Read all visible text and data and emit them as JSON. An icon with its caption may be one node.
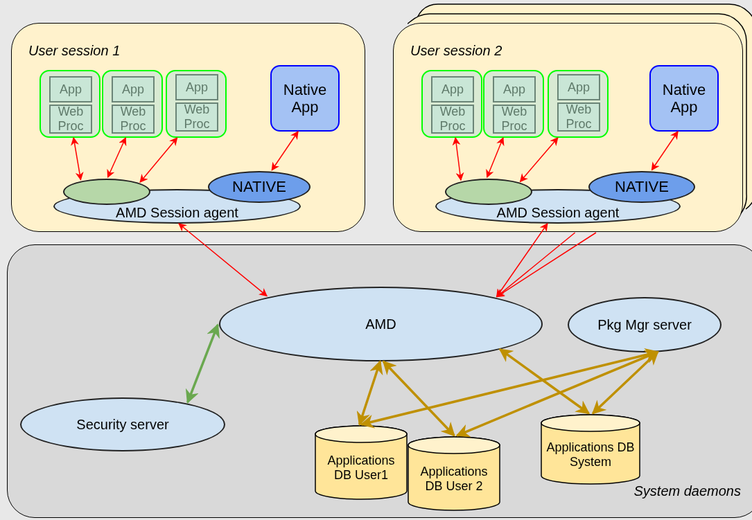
{
  "diagram": {
    "nodes": [
      {
        "text": [
          "User session 1"
        ]
      },
      {
        "text": [],
        "shape": "box",
        "in": 0
      },
      {
        "text": [
          "App"
        ],
        "in": 1
      },
      {
        "text": [
          "Web Proc"
        ],
        "in": 1
      },
      {
        "text": [],
        "shape": "box",
        "in": 0
      },
      {
        "text": [
          "App"
        ],
        "in": 4
      },
      {
        "text": [
          "Web Proc"
        ],
        "in": 4
      },
      {
        "text": [],
        "shape": "box",
        "in": 0
      },
      {
        "text": [
          "App"
        ],
        "in": 7
      },
      {
        "text": [
          "Web Proc"
        ],
        "in": 7
      },
      {
        "text": [
          "Native App"
        ],
        "in": 0
      },
      {
        "text": [],
        "shape": "ellipse",
        "in": 0
      },
      {
        "text": [
          "NATIVE"
        ],
        "in": 0
      },
      {
        "text": [
          "AMD Session agent"
        ],
        "in": 0
      },
      {
        "text": [
          "User session 2"
        ]
      },
      {
        "text": [],
        "shape": "box",
        "in": 14
      },
      {
        "text": [
          "App"
        ],
        "in": 15
      },
      {
        "text": [
          "Web Proc"
        ],
        "in": 15
      },
      {
        "text": [],
        "shape": "box",
        "in": 14
      },
      {
        "text": [
          "App"
        ],
        "in": 18
      },
      {
        "text": [
          "Web Proc"
        ],
        "in": 18
      },
      {
        "text": [],
        "shape": "box",
        "in": 14
      },
      {
        "text": [
          "App"
        ],
        "in": 21
      },
      {
        "text": [
          "Web Proc"
        ],
        "in": 21
      },
      {
        "text": [
          "Native App"
        ],
        "in": 14
      },
      {
        "text": [],
        "shape": "ellipse",
        "in": 14
      },
      {
        "text": [
          "NATIVE"
        ],
        "in": 14
      },
      {
        "text": [
          "AMD Session agent"
        ],
        "in": 14
      },
      {
        "text": [
          "System daemons"
        ]
      },
      {
        "text": [
          "AMD"
        ],
        "in": 28
      },
      {
        "text": [
          "Pkg Mgr server"
        ],
        "in": 28
      },
      {
        "text": [
          "Security server"
        ],
        "in": 28
      },
      {
        "text": [
          "Applications DB User1"
        ],
        "in": 28
      },
      {
        "text": [
          "Applications DB User 2"
        ],
        "in": 28
      },
      {
        "text": [
          "Applications DB System"
        ],
        "in": 28
      }
    ],
    "edges": [
      {
        "from": 1,
        "to": 11,
        "arrow": "both"
      },
      {
        "from": 4,
        "to": 11,
        "arrow": "both"
      },
      {
        "from": 7,
        "to": 11,
        "arrow": "both"
      },
      {
        "from": 10,
        "to": 12,
        "arrow": "both"
      },
      {
        "from": 13,
        "to": 29,
        "arrow": "both"
      },
      {
        "from": 15,
        "to": 25,
        "arrow": "both"
      },
      {
        "from": 18,
        "to": 25,
        "arrow": "both"
      },
      {
        "from": 21,
        "to": 25,
        "arrow": "both"
      },
      {
        "from": 24,
        "to": 26,
        "arrow": "both"
      },
      {
        "from": 27,
        "to": 29,
        "arrow": "both"
      },
      {
        "from": 14,
        "to": 29,
        "arrow": "to"
      },
      {
        "from": 14,
        "to": 29,
        "arrow": "to"
      },
      {
        "from": 31,
        "to": 29,
        "arrow": "both",
        "style": "thick",
        "color": "#6aa84f"
      },
      {
        "from": 29,
        "to": 32,
        "arrow": "both",
        "style": "thick",
        "color": "#bf9000"
      },
      {
        "from": 29,
        "to": 33,
        "arrow": "both",
        "style": "thick",
        "color": "#bf9000"
      },
      {
        "from": 29,
        "to": 34,
        "arrow": "both",
        "style": "thick",
        "color": "#bf9000"
      },
      {
        "from": 30,
        "to": 32,
        "arrow": "both",
        "style": "thick",
        "color": "#bf9000"
      },
      {
        "from": 30,
        "to": 33,
        "arrow": "both",
        "style": "thick",
        "color": "#bf9000"
      },
      {
        "from": 30,
        "to": 34,
        "arrow": "both",
        "style": "thick",
        "color": "#bf9000"
      }
    ]
  }
}
